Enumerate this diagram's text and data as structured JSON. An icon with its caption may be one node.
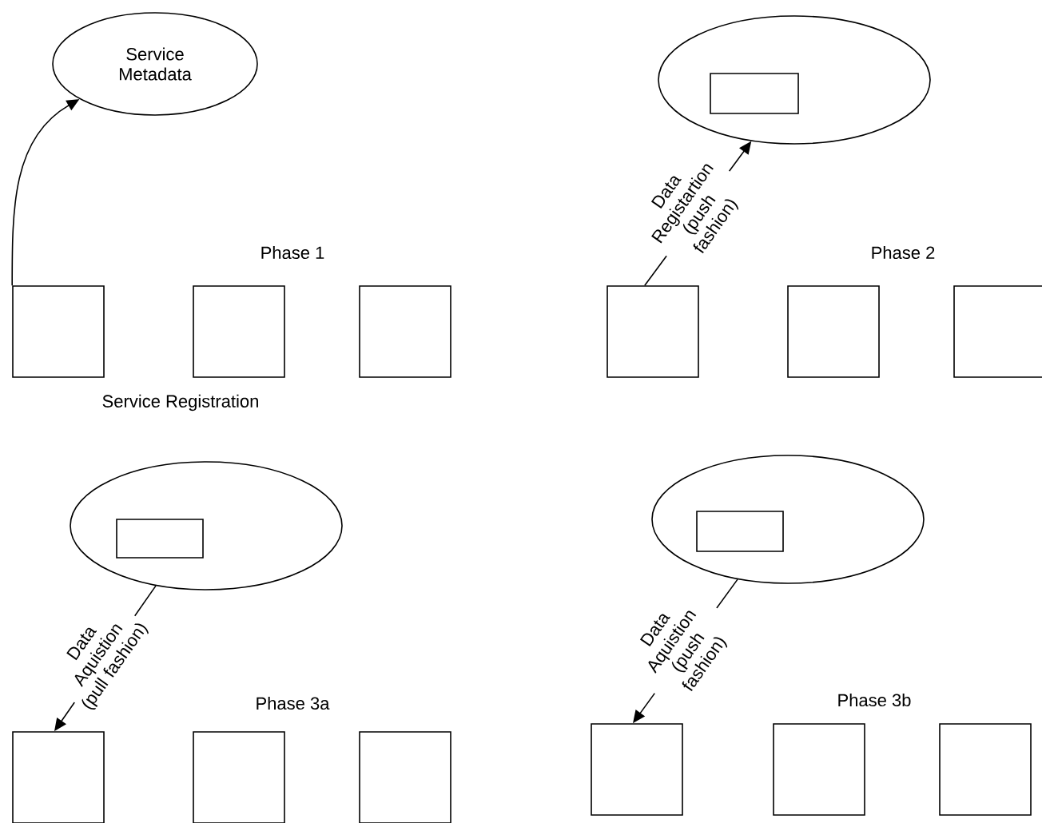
{
  "diagram": {
    "nodes": [
      {
        "text": [
          "Service Metadata"
        ]
      },
      {
        "text": [],
        "shape": "ellipse"
      },
      {
        "text": [],
        "shape": "box",
        "in": 1
      },
      {
        "text": [],
        "shape": "box"
      },
      {
        "text": [],
        "shape": "box"
      },
      {
        "text": [],
        "shape": "box"
      },
      {
        "text": [],
        "shape": "box"
      },
      {
        "text": [],
        "shape": "box"
      },
      {
        "text": [],
        "shape": "box"
      },
      {
        "text": [],
        "shape": "ellipse"
      },
      {
        "text": [],
        "shape": "box",
        "in": 9
      },
      {
        "text": [],
        "shape": "ellipse"
      },
      {
        "text": [],
        "shape": "box",
        "in": 11
      },
      {
        "text": [],
        "shape": "box"
      },
      {
        "text": [],
        "shape": "box"
      },
      {
        "text": [],
        "shape": "box"
      },
      {
        "text": [],
        "shape": "box"
      },
      {
        "text": [],
        "shape": "box"
      },
      {
        "text": [],
        "shape": "box"
      }
    ],
    "edges": [
      {
        "from": 3,
        "to": 0,
        "arrow": "to"
      },
      {
        "from": 6,
        "to": 1,
        "arrow": "to",
        "label": "Data Registartion (push fashion)"
      },
      {
        "from": 9,
        "to": 13,
        "arrow": "to",
        "label": "Data Aquistion (pull fashion)"
      },
      {
        "from": 11,
        "to": 16,
        "arrow": "to",
        "label": "Data Aquistion (push fashion)"
      }
    ],
    "labels": [
      "Phase 1",
      "Phase 2",
      "Service Registration",
      "Phase 3a",
      "Phase 3b"
    ]
  }
}
